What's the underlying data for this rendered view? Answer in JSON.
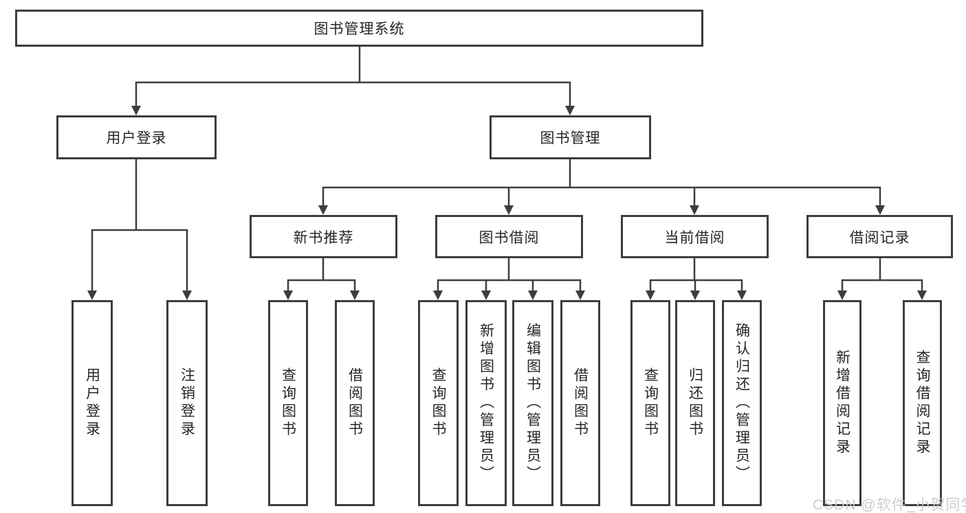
{
  "diagram_title": "图书管理系统",
  "colors": {
    "line": "#3d3d3d",
    "box_border": "#3d3d3d",
    "text": "#262626",
    "watermark": "#c9c9c9",
    "background": "#ffffff"
  },
  "tree": {
    "root": {
      "label": "图书管理系统"
    },
    "branches": [
      {
        "label": "用户登录"
      },
      {
        "label": "图书管理"
      }
    ],
    "modules": [
      {
        "label": "新书推荐",
        "parent": "图书管理"
      },
      {
        "label": "图书借阅",
        "parent": "图书管理"
      },
      {
        "label": "当前借阅",
        "parent": "图书管理"
      },
      {
        "label": "借阅记录",
        "parent": "图书管理"
      }
    ],
    "leaves": [
      {
        "label": "用户登录",
        "parent": "用户登录"
      },
      {
        "label": "注销登录",
        "parent": "用户登录"
      },
      {
        "label": "查询图书",
        "parent": "新书推荐"
      },
      {
        "label": "借阅图书",
        "parent": "新书推荐"
      },
      {
        "label": "查询图书",
        "parent": "图书借阅"
      },
      {
        "label": "新增图书（管理员）",
        "parent": "图书借阅"
      },
      {
        "label": "编辑图书（管理员）",
        "parent": "图书借阅"
      },
      {
        "label": "借阅图书",
        "parent": "图书借阅"
      },
      {
        "label": "查询图书",
        "parent": "当前借阅"
      },
      {
        "label": "归还图书",
        "parent": "当前借阅"
      },
      {
        "label": "确认归还（管理员）",
        "parent": "当前借阅"
      },
      {
        "label": "新增借阅记录",
        "parent": "借阅记录"
      },
      {
        "label": "查询借阅记录",
        "parent": "借阅记录"
      }
    ]
  },
  "watermark": {
    "text": "CSDN @软件_小贺同学"
  }
}
